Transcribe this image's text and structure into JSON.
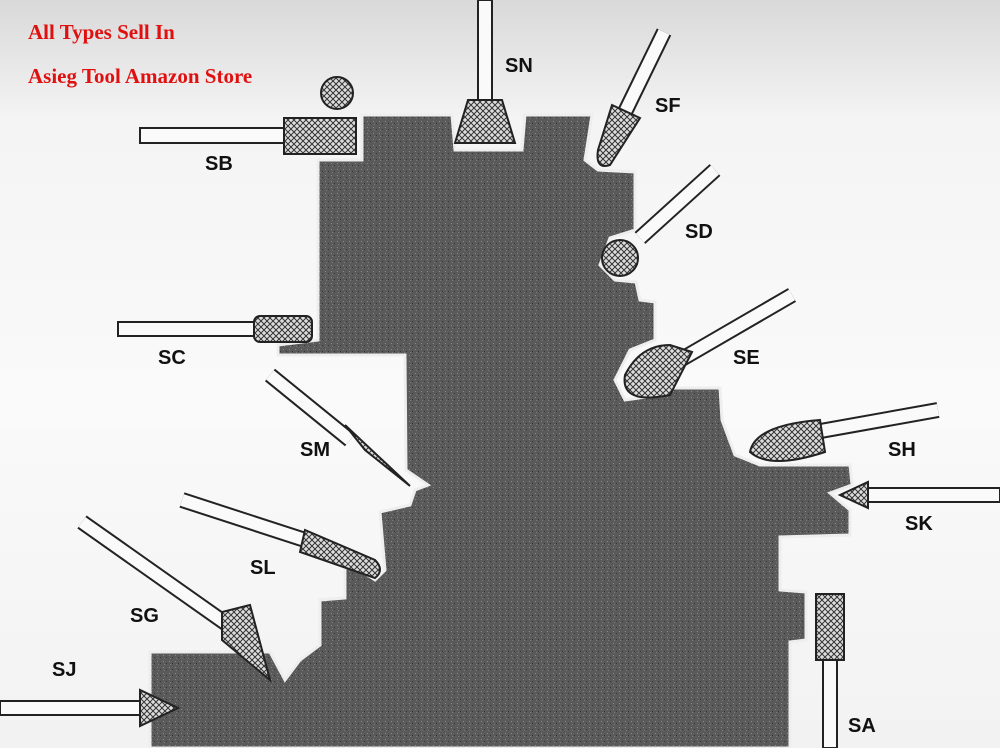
{
  "promo": {
    "line1": "All Types Sell In",
    "line2": "Asieg Tool Amazon Store",
    "color": "#e01010"
  },
  "burrs": {
    "SN": "SN",
    "SF": "SF",
    "SB": "SB",
    "SD": "SD",
    "SC": "SC",
    "SE": "SE",
    "SM": "SM",
    "SH": "SH",
    "SK": "SK",
    "SL": "SL",
    "SG": "SG",
    "SJ": "SJ",
    "SA": "SA"
  }
}
